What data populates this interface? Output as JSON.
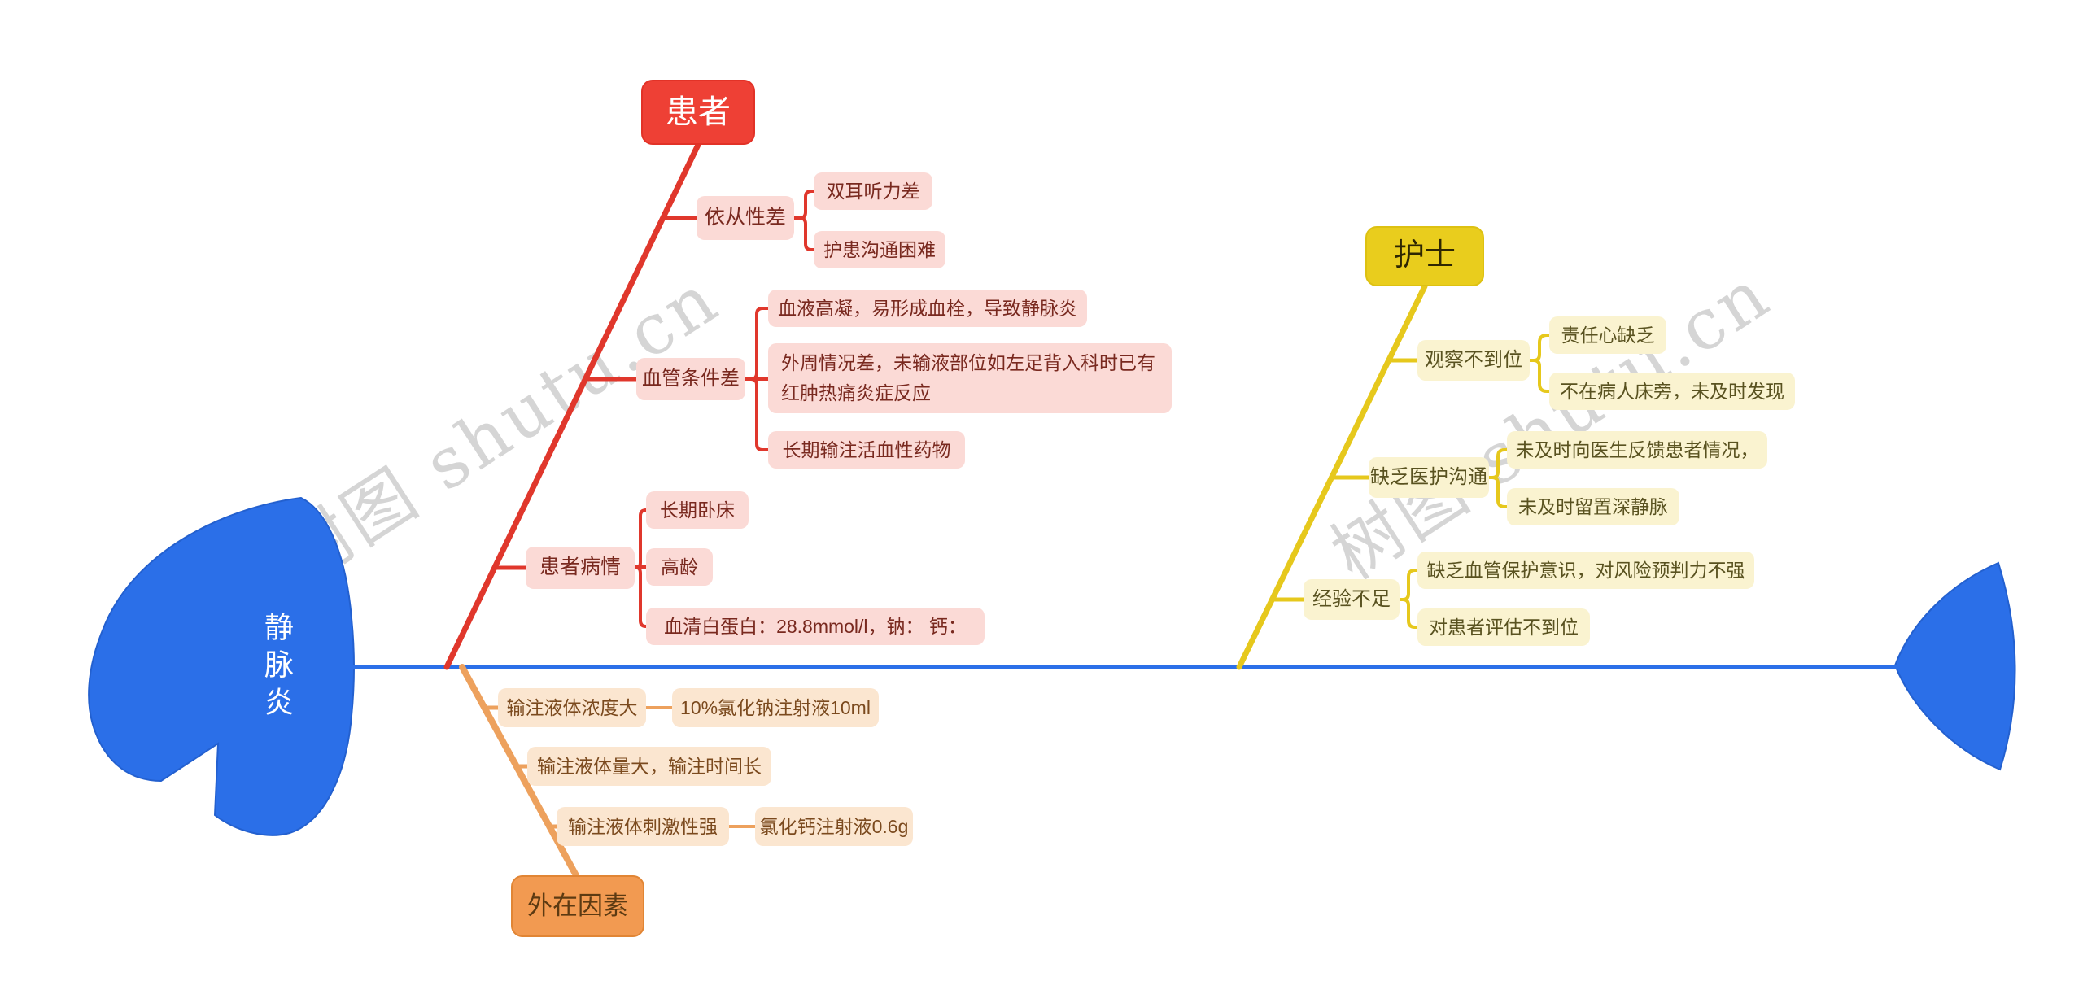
{
  "watermark": {
    "text": "树图 shutu.cn"
  },
  "colors": {
    "spine_blue": "#2b6fe8",
    "branch_red": "#e0372c",
    "branch_yellow": "#e6c81c",
    "branch_orange": "#eda15d",
    "main_red_fill": "#ee4035",
    "main_yellow_fill": "#e9cd1d",
    "main_orange_fill": "#f29a51",
    "leaf_pink_fill": "#fbdad6",
    "leaf_cream_fill": "#faf3d0",
    "leaf_peach_fill": "#fbe6d0"
  },
  "head": {
    "label": "静脉炎"
  },
  "branches": [
    {
      "id": "patient",
      "label": "患者",
      "causes": [
        {
          "label": "依从性差",
          "children": [
            "双耳听力差",
            "护患沟通困难"
          ]
        },
        {
          "label": "血管条件差",
          "children": [
            "血液高凝，易形成血栓，导致静脉炎",
            "外周情况差，未输液部位如左足背入科时已有红肿热痛炎症反应",
            "长期输注活血性药物"
          ]
        },
        {
          "label": "患者病情",
          "children": [
            "长期卧床",
            "高龄",
            "血清白蛋白：28.8mmol/l，钠： 钙："
          ]
        }
      ]
    },
    {
      "id": "nurse",
      "label": "护士",
      "causes": [
        {
          "label": "观察不到位",
          "children": [
            "责任心缺乏",
            "不在病人床旁，未及时发现"
          ]
        },
        {
          "label": "缺乏医护沟通",
          "children": [
            "未及时向医生反馈患者情况，",
            "未及时留置深静脉"
          ]
        },
        {
          "label": "经验不足",
          "children": [
            "缺乏血管保护意识，对风险预判力不强",
            "对患者评估不到位"
          ]
        }
      ]
    },
    {
      "id": "external",
      "label": "外在因素",
      "causes": [
        {
          "label": "输注液体浓度大",
          "children": [
            "10%氯化钠注射液10ml"
          ]
        },
        {
          "label": "输注液体量大，输注时间长",
          "children": []
        },
        {
          "label": "输注液体刺激性强",
          "children": [
            "氯化钙注射液0.6g"
          ]
        }
      ]
    }
  ]
}
